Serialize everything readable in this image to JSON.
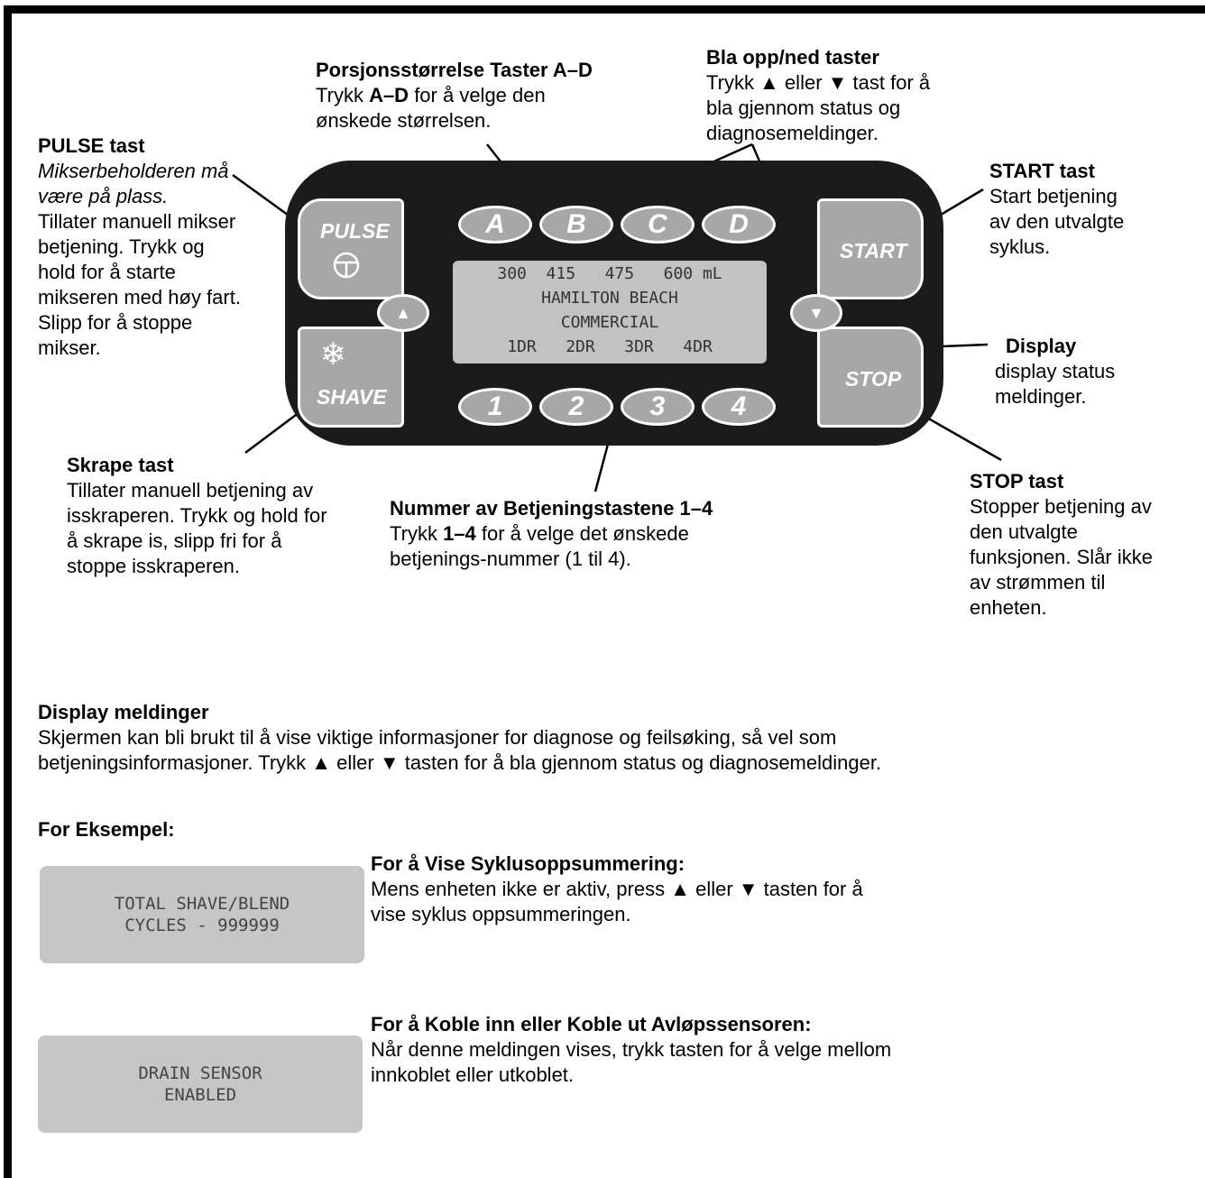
{
  "callouts": {
    "pulse": {
      "title": "PULSE tast",
      "note": "Mikserbeholderen må være på plass.",
      "body": "Tillater manuell mikser betjening. Trykk og hold for å starte mikseren med høy fart. Slipp for å stoppe mikser."
    },
    "portion": {
      "title": "Porsjonsstørrelse Taster A–D",
      "pre": "Trykk ",
      "bold": "A–D",
      "post": " for å velge den ønskede størrelsen."
    },
    "scroll": {
      "title": "Bla opp/ned taster",
      "body": "Trykk ▲ eller ▼ tast for å bla gjennom status og diagnosemeldinger."
    },
    "start": {
      "title": "START tast",
      "body": "Start betjening av den utvalgte syklus."
    },
    "display": {
      "title": "Display",
      "body": "display status meldinger."
    },
    "stop": {
      "title": "STOP tast",
      "body": "Stopper betjening av den utvalgte funksjonen. Slår ikke av strømmen til enheten."
    },
    "shave": {
      "title": "Skrape tast",
      "body": "Tillater manuell betjening av isskraperen. Trykk og hold for å skrape is, slipp fri for å stoppe isskraperen."
    },
    "numbers": {
      "title": "Nummer av Betjeningstastene 1–4",
      "pre": "Trykk ",
      "bold": "1–4",
      "post": " for å velge det ønskede betjenings-nummer (1 til 4)."
    }
  },
  "keypad": {
    "pulse_label": "PULSE",
    "shave_label": "SHAVE",
    "start_label": "START",
    "stop_label": "STOP",
    "letters": [
      "A",
      "B",
      "C",
      "D"
    ],
    "numbers": [
      "1",
      "2",
      "3",
      "4"
    ],
    "lcd": {
      "line1": "300  415   475   600 mL",
      "line2": "HAMILTON BEACH",
      "line3": "COMMERCIAL",
      "line4": "1DR   2DR   3DR   4DR"
    }
  },
  "section": {
    "title": "Display meldinger",
    "body": "Skjermen kan bli brukt til å vise viktige informasjoner for diagnose og feilsøking, så vel som betjeningsinformasjoner. Trykk ▲ eller ▼ tasten for å bla gjennom status og diagnosemeldinger.",
    "example_label": "For Eksempel:"
  },
  "examples": [
    {
      "lcd_line1": "TOTAL SHAVE/BLEND",
      "lcd_line2": "CYCLES - 999999",
      "title": "For å Vise Syklusoppsummering:",
      "body": "Mens enheten ikke er aktiv, press ▲ eller ▼ tasten for å vise syklus oppsummeringen."
    },
    {
      "lcd_line1": "DRAIN SENSOR",
      "lcd_line2": "ENABLED",
      "title": "For å Koble inn eller Koble ut Avløpssensoren:",
      "body": "Når denne meldingen vises, trykk tasten for å velge mellom innkoblet eller utkoblet."
    }
  ]
}
